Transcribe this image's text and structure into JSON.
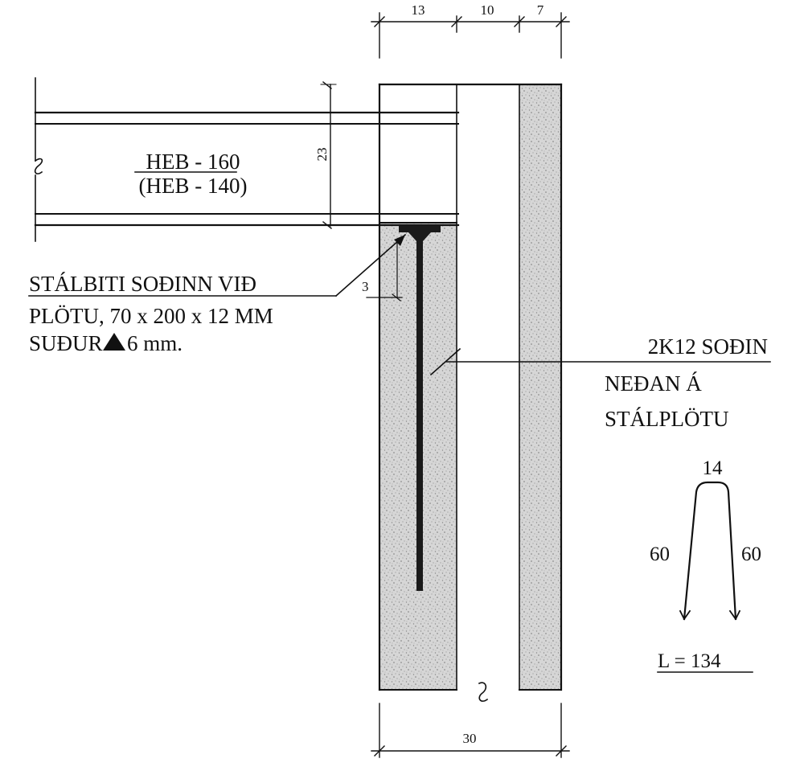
{
  "colors": {
    "ink": "#111111",
    "concrete": "#cfcfcf",
    "background": "#ffffff"
  },
  "dimensions": {
    "top": [
      "13",
      "10",
      "7"
    ],
    "bottom_total": "30",
    "beam_depth": "23",
    "plate_offset": "3"
  },
  "beam": {
    "profile_main": "HEB - 160",
    "profile_alt": "(HEB - 140)"
  },
  "notes": {
    "left": [
      "STÁLBITI SOÐINN VIÐ",
      "PLÖTU, 70 x 200 x 12 MM",
      "SUÐUR",
      "6 mm."
    ],
    "right": [
      "2K12 SOÐIN",
      "NEÐAN Á",
      "STÁLPLÖTU"
    ]
  },
  "rebar_shape": {
    "top": "14",
    "left_leg": "60",
    "right_leg": "60",
    "length": "L = 134"
  }
}
